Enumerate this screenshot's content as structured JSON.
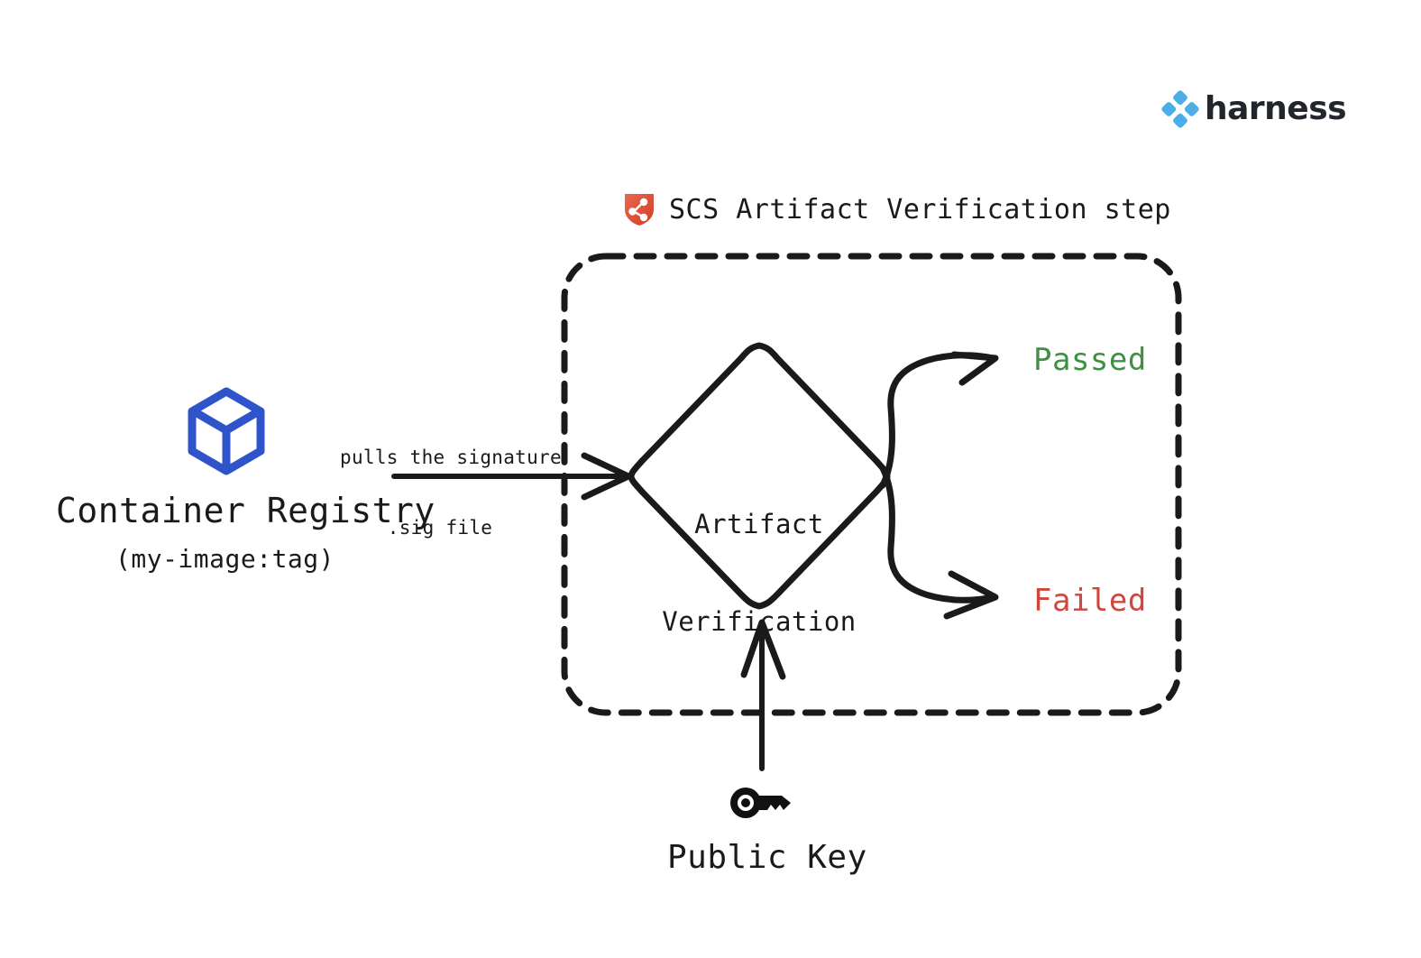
{
  "brand": {
    "name": "harness",
    "logo_icon": "harness-diamond-logo",
    "logo_color": "#4aaee8",
    "text_color": "#22252b"
  },
  "step": {
    "icon": "scs-shield-icon",
    "icon_color": "#e0503a",
    "title": "SCS Artifact Verification step",
    "boundary_style": "dashed-rounded-rectangle"
  },
  "source": {
    "icon": "container-box-icon",
    "icon_color": "#2f54c9",
    "name": "Container Registry",
    "detail": "(my-image:tag)"
  },
  "flow": {
    "pull_label_line1": "pulls the signature",
    "pull_label_line2": ".sig file",
    "decision_line1": "Artifact",
    "decision_line2": "Verification"
  },
  "results": [
    {
      "label": "Passed",
      "color": "#3e9142"
    },
    {
      "label": "Failed",
      "color": "#d0453c"
    }
  ],
  "input": {
    "icon": "key-icon",
    "icon_color": "#111111",
    "label": "Public Key"
  },
  "colors": {
    "stroke": "#1a1a1a",
    "background": "#ffffff"
  }
}
